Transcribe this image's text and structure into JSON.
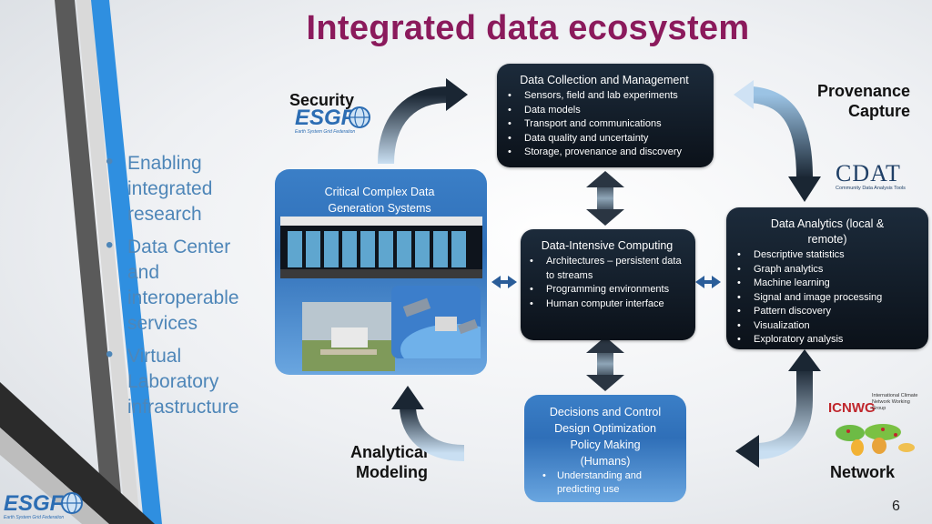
{
  "slide": {
    "title": "Integrated data ecosystem",
    "page_number": "6",
    "bullets": [
      "Enabling integrated research",
      "Data Center and interoperable services",
      "Virtual Laboratory infrastructure"
    ]
  },
  "corner_labels": {
    "security": "Security",
    "provenance": "Provenance Capture",
    "analytical": "Analytical Modeling",
    "network": "Network"
  },
  "logos": {
    "esgf_text": "ESGF",
    "esgf_sub": "Earth System Grid Federation",
    "cdat_text": "CDAT",
    "cdat_sub": "Community Data Analysis Tools",
    "icnwg_text": "ICNWG",
    "icnwg_sub": "International Climate Network Working Group"
  },
  "boxes": {
    "collection": {
      "title": "Data Collection and Management",
      "items": [
        "Sensors, field and lab experiments",
        "Data models",
        "Transport and communications",
        "Data quality and uncertainty",
        "Storage, provenance and discovery"
      ]
    },
    "critical": {
      "title": "Critical Complex Data Generation Systems"
    },
    "intensive": {
      "title": "Data-Intensive Computing",
      "items": [
        "Architectures – persistent data to streams",
        "Programming environments",
        "Human computer interface"
      ]
    },
    "analytics": {
      "title": "Data Analytics (local & remote)",
      "items": [
        "Descriptive statistics",
        "Graph analytics",
        "Machine learning",
        "Signal and image processing",
        "Pattern discovery",
        "Visualization",
        "Exploratory analysis"
      ]
    },
    "decisions": {
      "title": "Decisions and Control Design Optimization Policy Making (Humans)",
      "items": [
        "Understanding and predicting use"
      ]
    }
  },
  "colors": {
    "title": "#8b1a5c",
    "bullets": "#4e86b8",
    "box_dark": "#0b1119",
    "box_blue": "#3b7fc7",
    "arrow_dark": "#1a2633",
    "arrow_light": "#9bc3e4",
    "stripe_blue": "#2f8fe0"
  }
}
